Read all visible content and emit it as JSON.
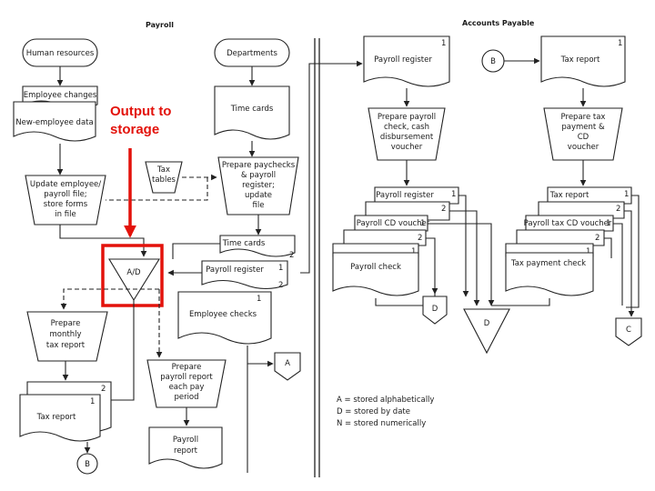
{
  "sections": {
    "payroll_title": "Payroll",
    "ap_title": "Accounts Payable"
  },
  "payroll": {
    "human_resources": "Human resources",
    "departments": "Departments",
    "employee_changes": "Employee changes",
    "new_employee_data": "New-employee data",
    "time_cards_doc": "Time cards",
    "tax_tables": [
      "Tax",
      "tables"
    ],
    "update_file": [
      "Update employee/",
      "payroll file;",
      "store forms",
      "in file"
    ],
    "prepare_paychecks": [
      "Prepare paychecks",
      "& payroll",
      "register;",
      "update",
      "file"
    ],
    "time_cards_copy": "Time cards",
    "payroll_register_copy": "Payroll register",
    "employee_checks": "Employee checks",
    "storage_label": "A/D",
    "prepare_monthly": [
      "Prepare",
      "monthly",
      "tax report"
    ],
    "tax_report": "Tax report",
    "prepare_payroll_report": [
      "Prepare",
      "payroll report",
      "each pay",
      "period"
    ],
    "payroll_report": [
      "Payroll",
      "report"
    ],
    "connector_a": "A",
    "connector_b": "B",
    "copy_numbers": {
      "one": "1",
      "two": "2"
    }
  },
  "accounts_payable": {
    "payroll_register": "Payroll register",
    "connector_b": "B",
    "tax_report": "Tax report",
    "prepare_payroll_check": [
      "Prepare payroll",
      "check, cash",
      "disbursement",
      "voucher"
    ],
    "prepare_tax_payment": [
      "Prepare tax",
      "payment &",
      "CD",
      "voucher"
    ],
    "payroll_register_copy": "Payroll register",
    "payroll_cd_voucher": "Payroll CD voucher",
    "payroll_check": "Payroll check",
    "tax_report_copy": "Tax report",
    "payroll_tax_cd_voucher": "Payroll tax CD voucher",
    "tax_payment_check": "Tax payment check",
    "connector_d_small": "D",
    "storage_d": "D",
    "connector_c": "C"
  },
  "legend": [
    "A = stored alphabetically",
    "D = stored by date",
    "N = stored numerically"
  ],
  "annotation": {
    "text": [
      "Output to",
      "storage"
    ],
    "color": "#e3120b"
  }
}
